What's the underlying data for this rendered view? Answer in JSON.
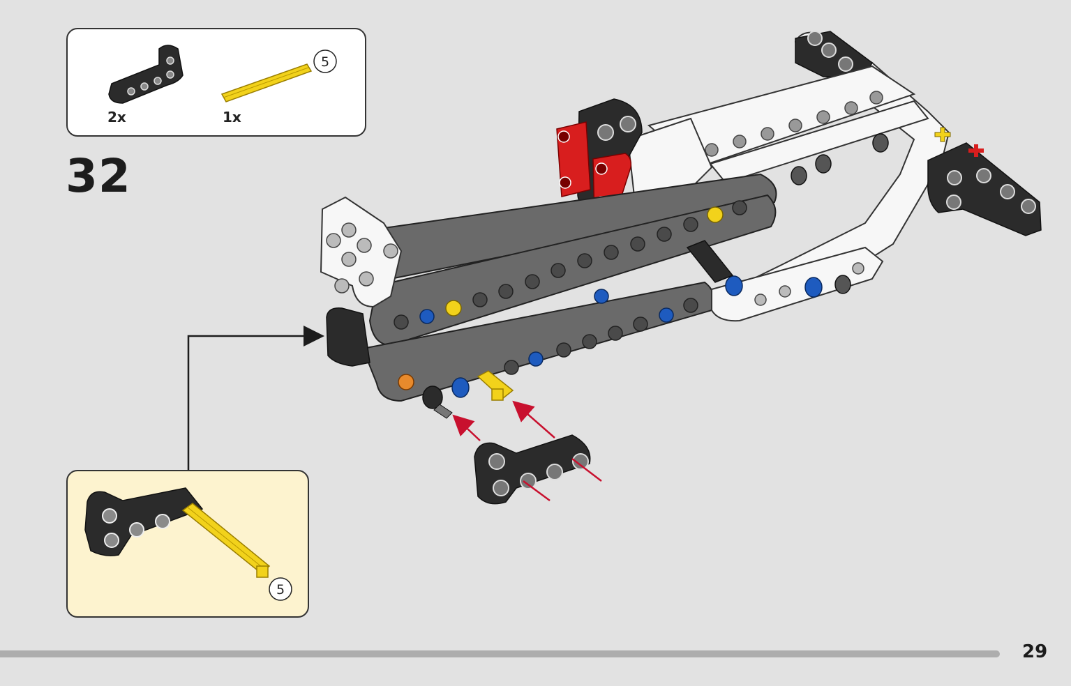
{
  "parts_list": {
    "items": [
      {
        "part": "black-bent-liftarm",
        "quantity": "2x"
      },
      {
        "part": "yellow-axle",
        "quantity": "1x",
        "length": "5"
      }
    ]
  },
  "step": {
    "number": "32"
  },
  "subassembly": {
    "axle_length": "5"
  },
  "page": {
    "number": "29"
  },
  "colors": {
    "background": "#e2e2e2",
    "parts_box": "#ffffff",
    "subassembly_box": "#fdf3cf",
    "black_part": "#2b2b2b",
    "dark_gray_part": "#6a6a6a",
    "white_part": "#f7f7f7",
    "red_part": "#d81e1e",
    "yellow_part": "#f2d21b",
    "blue_pin": "#1e5bbf",
    "orange_pin": "#e88a2c",
    "arrow_red": "#c8102e"
  }
}
